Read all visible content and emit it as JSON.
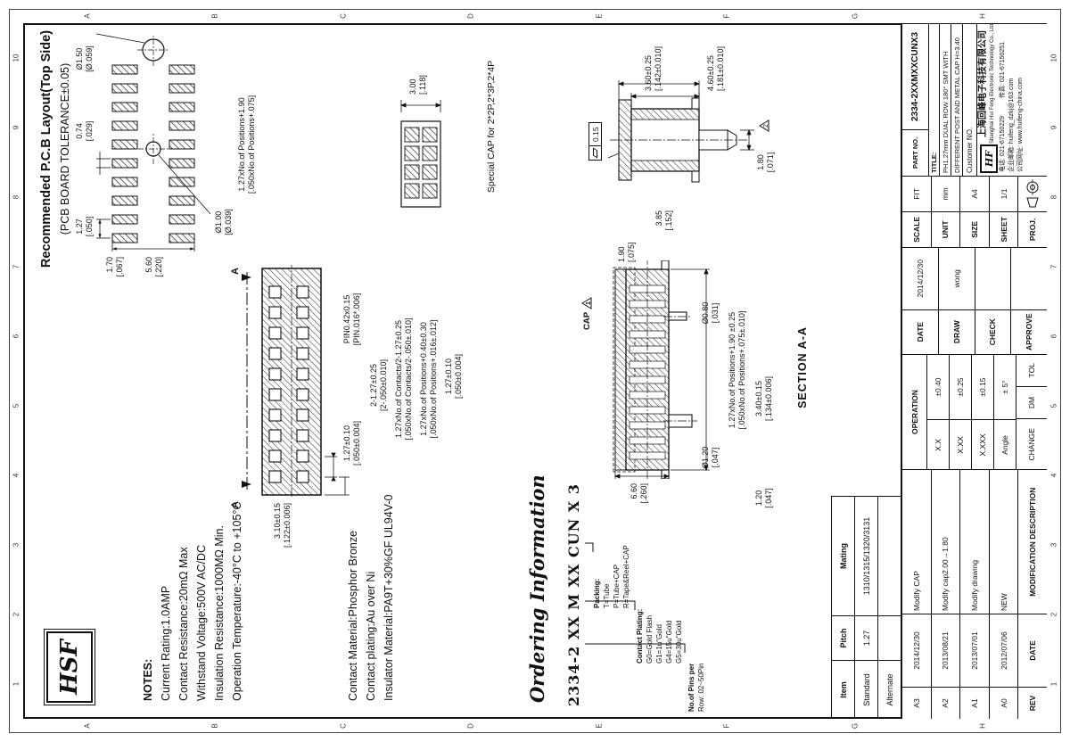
{
  "sheet": {
    "grid_numbers": [
      "1",
      "2",
      "3",
      "4",
      "5",
      "6",
      "7",
      "8",
      "9",
      "10"
    ],
    "grid_letters": [
      "A",
      "B",
      "C",
      "D",
      "E",
      "F",
      "G",
      "H"
    ]
  },
  "logo": {
    "text": "HSF"
  },
  "notes": {
    "title": "NOTES:",
    "electrical": [
      "Current Rating:1.0AMP",
      "Contact Resistance:20mΩ Max",
      "Withstand Voltage:500V AC/DC",
      "Insulation Resistance:1000MΩ Min.",
      "Operation Temperature:-40°C to +105°C"
    ],
    "material": [
      "Contact Material:Phosphor Bronze",
      "Contact plating:Au over Ni",
      "Insulator Material:PA9T+30%GF UL94V-0"
    ]
  },
  "ordering": {
    "title": "Ordering Information",
    "part_code": "2334-2 XX M XX CUN X 3",
    "packing": {
      "title": "Packing:",
      "options": [
        "T=Tube",
        "P=Tube+CAP",
        "R=Tape&Reel+CAP"
      ]
    },
    "plating": {
      "title": "Contact Plating:",
      "options": [
        "G0=Gold Flash",
        "G1=1u\"Gold",
        "G4=15u\"Gold",
        "G5=30u\"Gold"
      ]
    },
    "pins": {
      "title": "No.of Pins per",
      "value": "Row: 02~50Pin"
    }
  },
  "pcb": {
    "title": "Recommended P.C.B Layout(Top Side)",
    "subtitle": "(PCB BOARD TOLERANCE±0.05)",
    "dims": {
      "hole_big": {
        "mm": "Ø1.50",
        "in": "[Ø.059]"
      },
      "pitch": {
        "mm": "1.27",
        "in": "[.050]"
      },
      "pad_w": {
        "mm": "0.74",
        "in": "[.029]"
      },
      "span": {
        "mm": "5.60",
        "in": "[.220]"
      },
      "pad_l": {
        "mm": "1.70",
        "in": "[.067]"
      },
      "hole_small": {
        "mm": "Ø1.00",
        "in": "[Ø.039]"
      },
      "overall": {
        "mm": "1.27xNo.of Positions+1.90",
        "in": "[.050xNo.of Positions+.075]"
      }
    }
  },
  "special_cap": {
    "label": "Special CAP for 2*2P,2*3P,2*4P",
    "dims": {
      "height": {
        "mm": "3.00",
        "in": "[.118]"
      }
    }
  },
  "front": {
    "section_mark": "A",
    "dims": {
      "pitch_top": {
        "mm": "1.27±0.10",
        "in": "[.050±0.004]"
      },
      "pin": {
        "mm": "PIN0.42x0.15",
        "in": "[PIN.016*.006]"
      },
      "end2": {
        "mm": "2-1.27±0.25",
        "in": "[2-.050±0.010]"
      },
      "contacts": {
        "mm": "1.27xNo.of Contacts/2-1.27±0.25",
        "in": "[.050xNo.of Contacts/2-.050±.010]"
      },
      "positions": {
        "mm": "1.27xNo.of Positions+0.40±0.30",
        "in": "[.050xNo.of Positions+.016±.012]"
      },
      "pitch_bottom": {
        "mm": "1.27±0.10",
        "in": "[.050±0.004]"
      },
      "height": {
        "mm": "3.10±0.15",
        "in": "[.122±0.006]"
      }
    }
  },
  "section": {
    "label": "SECTION A-A",
    "cap_note": "CAP",
    "cap_flag": "1",
    "dims": {
      "width": {
        "mm": "6.60",
        "in": "[.260]"
      },
      "post_big": {
        "mm": "Ø1.20",
        "in": "[.047]"
      },
      "post_small": {
        "mm": "Ø0.80",
        "in": "[.031]"
      },
      "length": {
        "mm": "1.27xNo.of Positions+1.90 ±0.25",
        "in": "[.050xNo.of Positions+.075±.010]"
      },
      "lead": {
        "mm": "1.20",
        "in": "[.047]"
      },
      "height": {
        "mm": "3.40±0.15",
        "in": "[.134±0.006]"
      },
      "cap_h": {
        "mm": "1.90",
        "in": "[.075]"
      }
    }
  },
  "end_view": {
    "flag": "2",
    "flatness": "0.15",
    "dims": {
      "body_h": {
        "mm": "3.60±0.25",
        "in": "[.142±0.010]"
      },
      "total_h": {
        "mm": "4.60±0.25",
        "in": "[.181±0.010]"
      },
      "width": {
        "mm": "3.85",
        "in": "[.152]"
      },
      "post": {
        "mm": "1.80",
        "in": "[.071]"
      }
    }
  },
  "mating_table": {
    "headers": [
      "Item",
      "Pitch",
      "Mating"
    ],
    "rows": [
      [
        "Standard",
        "1.27",
        "1310/1315/1320/3131"
      ],
      [
        "Alternate",
        "",
        ""
      ]
    ]
  },
  "title_block": {
    "revisions": [
      {
        "rev": "A3",
        "date": "2014/12/30",
        "desc": "Modify CAP"
      },
      {
        "rev": "A2",
        "date": "2013/08/21",
        "desc": "Modify cap2.00→1.80"
      },
      {
        "rev": "A1",
        "date": "2013/07/01",
        "desc": "Modify drawing"
      },
      {
        "rev": "A0",
        "date": "2012/07/06",
        "desc": "NEW"
      }
    ],
    "rev_headers": {
      "rev": "REV",
      "date": "DATE",
      "desc": "MODIFICATION DESCRIPTION"
    },
    "tolerance": {
      "header": "OPERATION",
      "rows": [
        {
          "k": "X.X",
          "v": "±0.40"
        },
        {
          "k": "X.XX",
          "v": "±0.25"
        },
        {
          "k": "X.XXX",
          "v": "±0.15"
        },
        {
          "k": "Angle",
          "v": "± 5°"
        }
      ],
      "footer": [
        "CHANGE",
        "DM",
        "TOL"
      ]
    },
    "sign": {
      "date_label": "DATE",
      "date": "2014/12/30",
      "draw_label": "DRAW",
      "draw": "wong",
      "check_label": "CHECK",
      "approve_label": "APPROVE"
    },
    "meta": {
      "scale_label": "SCALE",
      "scale": "FIT",
      "unit_label": "UNIT",
      "unit": "mm",
      "size_label": "SIZE",
      "size": "A4",
      "sheet_label": "SHEET",
      "sheet": "1/1",
      "proj_label": "PROJ."
    },
    "part": {
      "label": "PART NO.",
      "value": "2334-2XXMXXCUNX3",
      "title_label": "TITLE:",
      "title1": "PH1.27mm DUAL ROW 180°  SMT WITH",
      "title2": "DIFFERENT POST AND METAL CAP H=3.40",
      "customer": "Customer NO."
    },
    "company": {
      "logo": "HF",
      "name_cn": "上海回峰电子科技有限公司",
      "name_en": "Shanghai Hui Feng Electronic Technology Co., Ltd",
      "tel": "电话: 021-67150229",
      "fax": "传真: 021-67150251",
      "email": "企业邮箱: huifeng_dzkj@163.com",
      "web": "公司网址: www.huifeng-china.com"
    }
  }
}
